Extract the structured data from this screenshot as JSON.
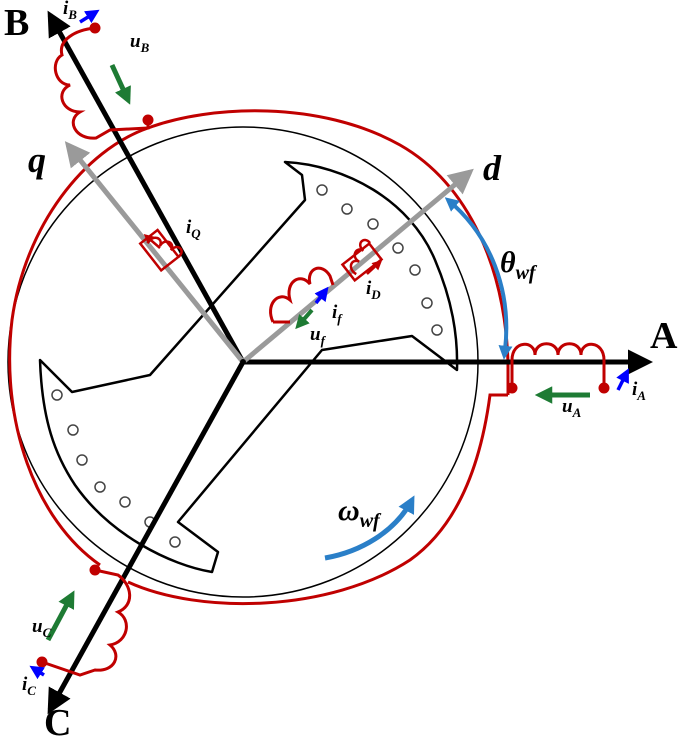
{
  "colors": {
    "stator_winding": "#c00000",
    "voltage_arrow": "#1e7b34",
    "current_arrow": "#0000ff",
    "angle_arrow": "#2a7fc8",
    "dq_axis": "#9a9a9a",
    "phase_axis": "#000000",
    "rotor_outline": "#000000",
    "stator_circle": "#000000"
  },
  "axes": {
    "A": "A",
    "B": "B",
    "C": "C",
    "d": "d",
    "q": "q"
  },
  "symbols": {
    "uA": {
      "base": "u",
      "sub": "A"
    },
    "uB": {
      "base": "u",
      "sub": "B"
    },
    "uC": {
      "base": "u",
      "sub": "C"
    },
    "iA": {
      "base": "i",
      "sub": "A"
    },
    "iB": {
      "base": "i",
      "sub": "B"
    },
    "iC": {
      "base": "i",
      "sub": "C"
    },
    "iQ": {
      "base": "i",
      "sub": "Q"
    },
    "iD": {
      "base": "i",
      "sub": "D"
    },
    "if": {
      "base": "i",
      "sub": "f"
    },
    "uf": {
      "base": "u",
      "sub": "f"
    },
    "theta": {
      "base": "θ",
      "sub": "wf"
    },
    "omega": {
      "base": "ω",
      "sub": "wf"
    }
  }
}
